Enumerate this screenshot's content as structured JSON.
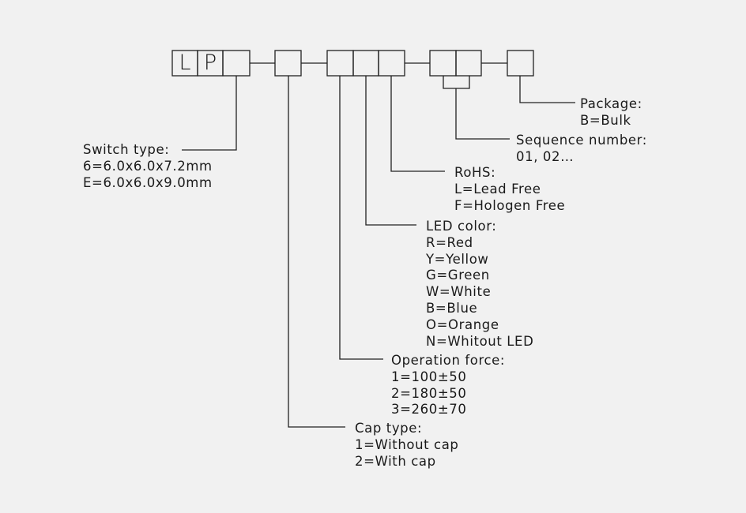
{
  "part_code": {
    "letters": [
      "L",
      "P"
    ]
  },
  "callouts": {
    "switch_type": {
      "lines": [
        "Switch type:",
        "6=6.0x6.0x7.2mm",
        "E=6.0x6.0x9.0mm"
      ]
    },
    "cap_type": {
      "lines": [
        "Cap type:",
        "1=Without cap",
        "2=With cap"
      ]
    },
    "operation_force": {
      "lines": [
        "Operation force:",
        "1=100±50",
        "2=180±50",
        "3=260±70"
      ]
    },
    "led_color": {
      "lines": [
        "LED color:",
        "R=Red",
        "Y=Yellow",
        "G=Green",
        "W=White",
        "B=Blue",
        "O=Orange",
        "N=Whitout LED"
      ]
    },
    "rohs": {
      "lines": [
        "RoHS:",
        "L=Lead Free",
        "F=Hologen Free"
      ]
    },
    "sequence_number": {
      "lines": [
        "Sequence number:",
        "01, 02…"
      ]
    },
    "package": {
      "lines": [
        "Package:",
        "B=Bulk"
      ]
    }
  }
}
